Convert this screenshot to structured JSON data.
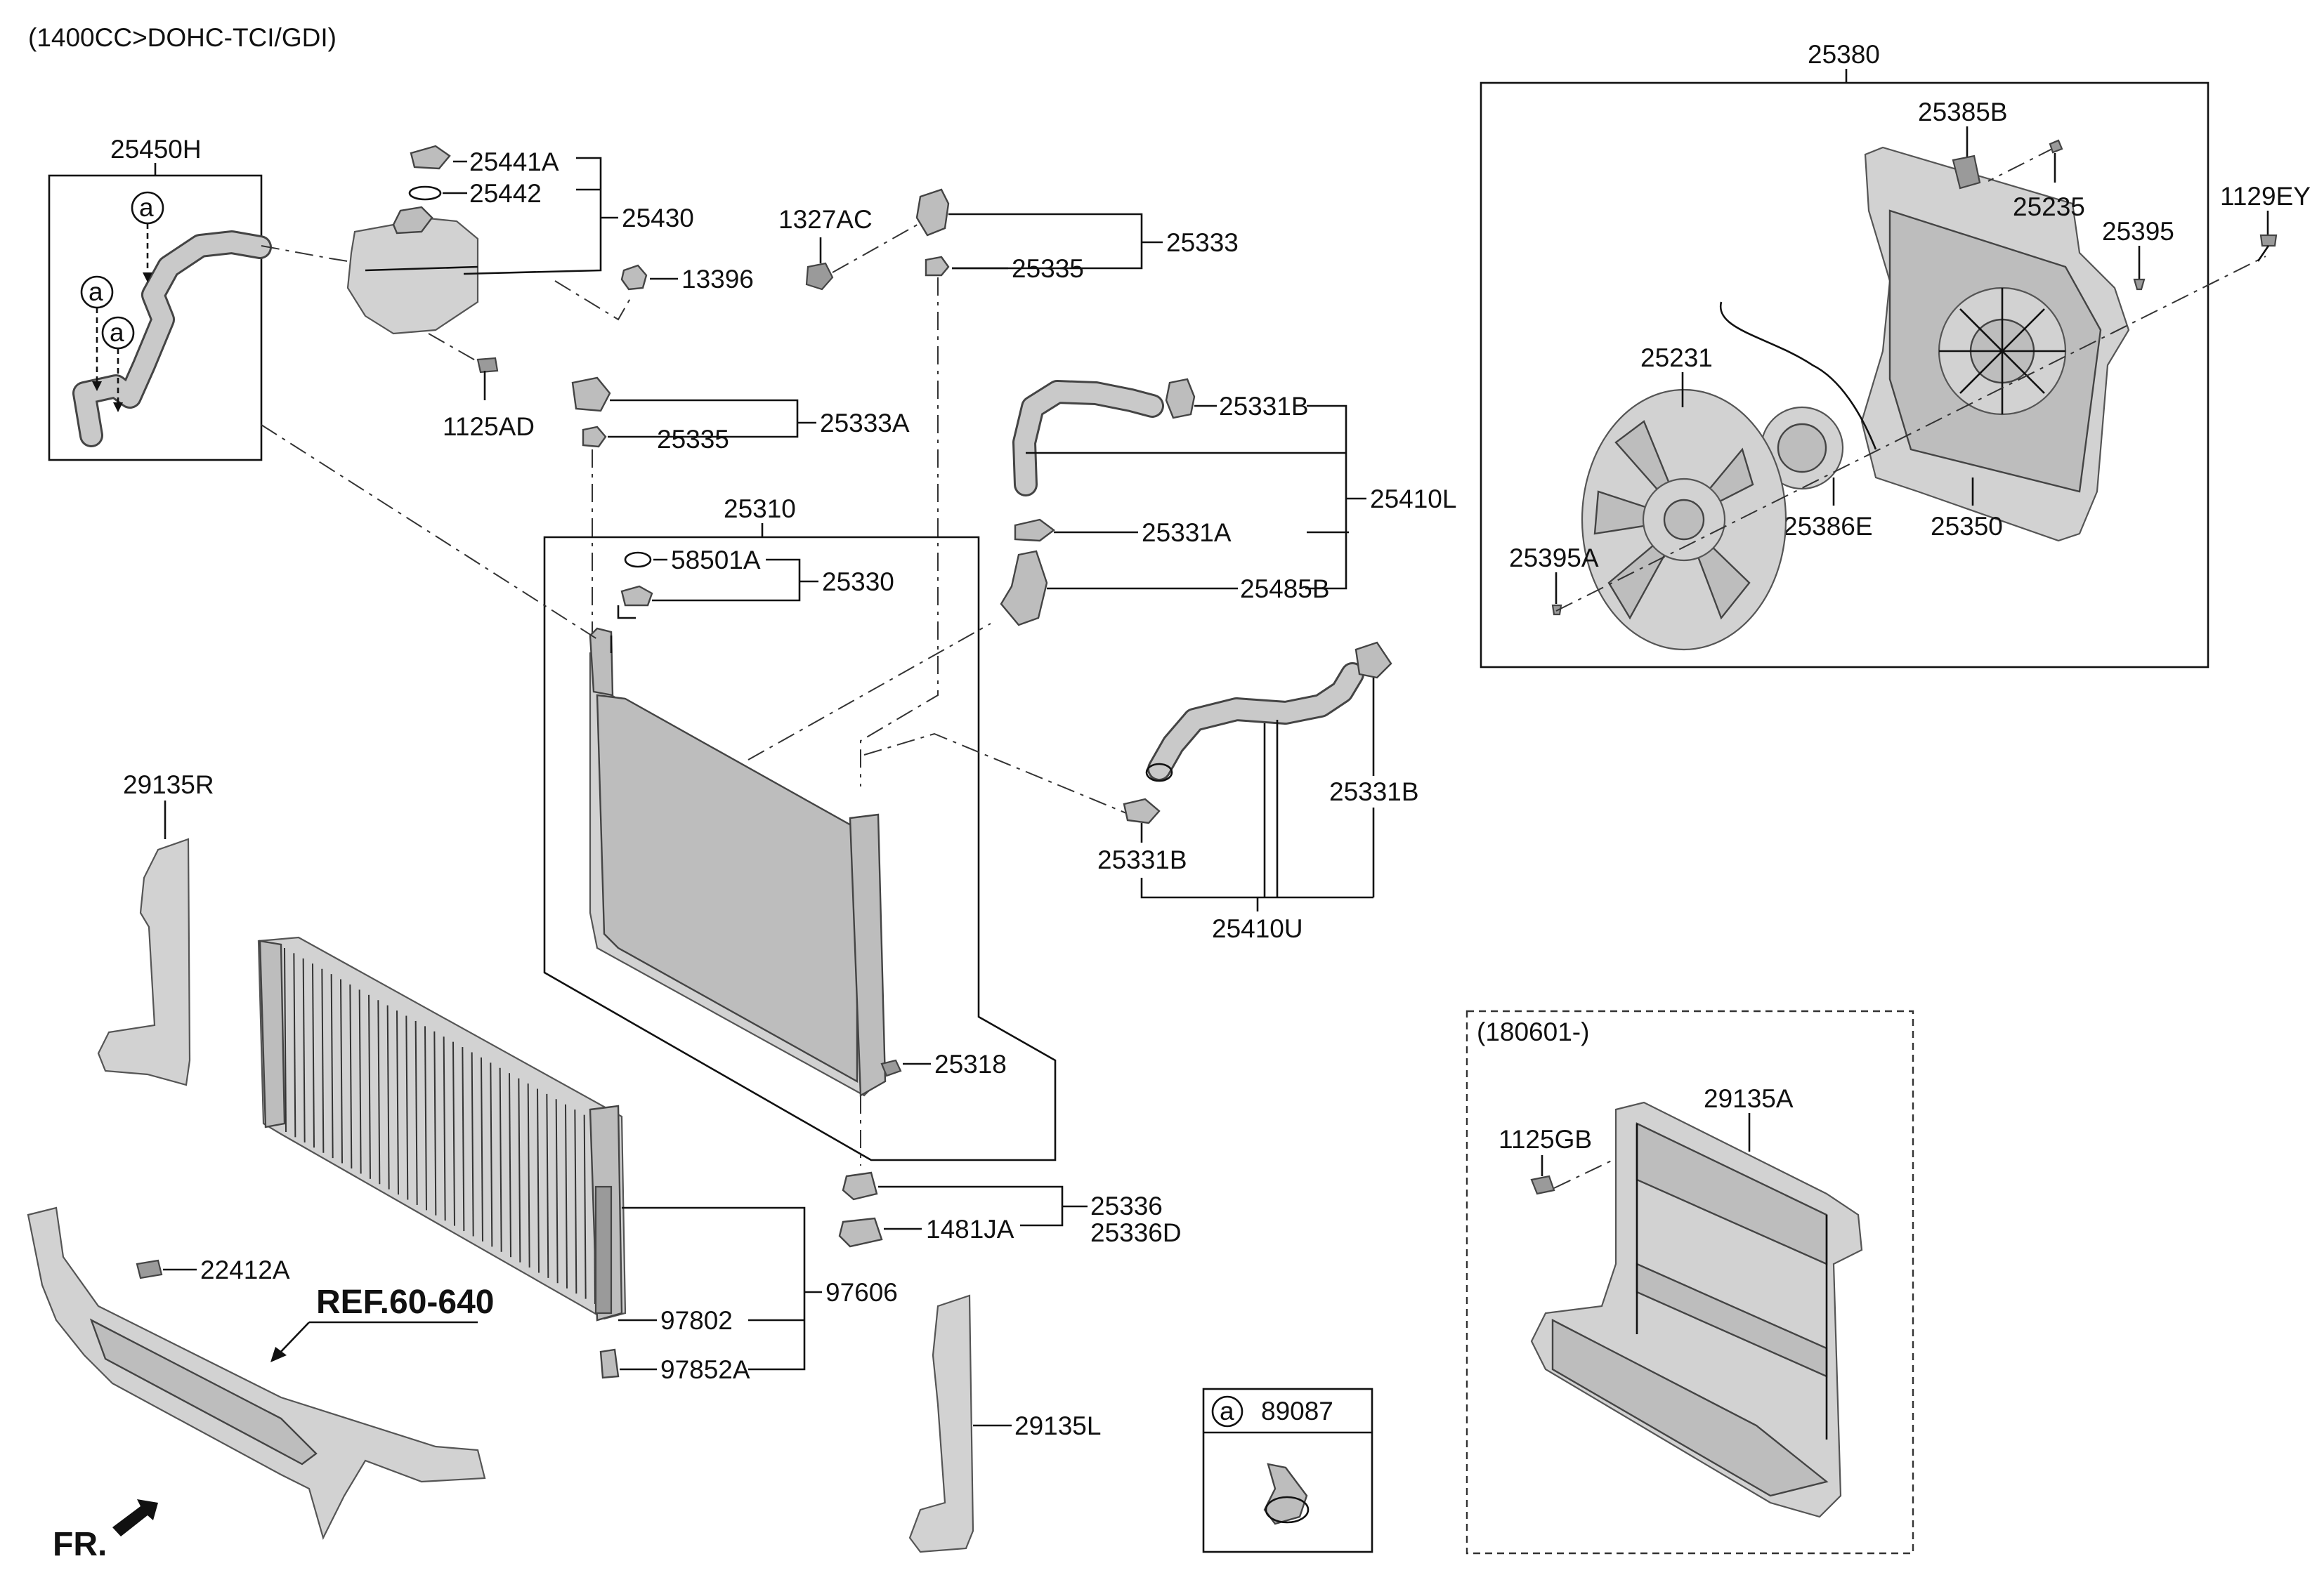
{
  "engine_spec": "(1400CC>DOHC-TCI/GDI)",
  "labels": {
    "p25450H": "25450H",
    "p25441A": "25441A",
    "p25442": "25442",
    "p25430": "25430",
    "p13396": "13396",
    "p1125AD": "1125AD",
    "p1327AC": "1327AC",
    "p25333": "25333",
    "p25335_top": "25335",
    "p25333A": "25333A",
    "p25335_mid": "25335",
    "p25310": "25310",
    "p58501A": "58501A",
    "p25330": "25330",
    "p25331B_top": "25331B",
    "p25410L": "25410L",
    "p25331A": "25331A",
    "p25485B": "25485B",
    "p25331B_right": "25331B",
    "p25331B_left": "25331B",
    "p25410U": "25410U",
    "p25380": "25380",
    "p25385B": "25385B",
    "p25235": "25235",
    "p1129EY": "1129EY",
    "p25395": "25395",
    "p25231": "25231",
    "p25386E": "25386E",
    "p25350": "25350",
    "p25395A": "25395A",
    "p29135R": "29135R",
    "p25318": "25318",
    "p25336": "25336",
    "p25336D": "25336D",
    "p1481JA": "1481JA",
    "p22412A": "22412A",
    "ref": "REF.60-640",
    "p97606": "97606",
    "p97802": "97802",
    "p97852A": "97852A",
    "p29135L": "29135L",
    "p89087": "89087",
    "p180601": "(180601-)",
    "p29135A": "29135A",
    "p1125GB": "1125GB",
    "callout_a": "a",
    "front": "FR."
  }
}
